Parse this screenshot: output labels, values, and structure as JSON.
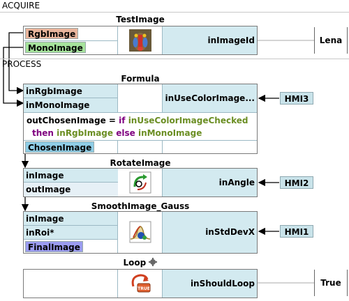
{
  "sections": {
    "acquire": "ACQUIRE",
    "process": "PROCESS"
  },
  "nodes": {
    "test_image": {
      "title": "TestImage",
      "outputs": [
        "RgbImage",
        "MonoImage"
      ],
      "param": "inImageId",
      "const": "Lena"
    },
    "formula": {
      "title": "Formula",
      "inputs": [
        "inRgbImage",
        "inMonoImage"
      ],
      "param": "inUseColorImage...",
      "hmi": "HMI3",
      "expression": {
        "lhs": "outChosenImage = ",
        "kw_if": "if",
        "cond": "inUseColorImageChecked",
        "kw_then": "then",
        "then_val": "inRgbImage",
        "kw_else": "else",
        "else_val": "inMonoImage"
      },
      "output": "ChosenImage"
    },
    "rotate_image": {
      "title": "RotateImage",
      "inputs": [
        "inImage",
        "outImage"
      ],
      "param": "inAngle",
      "hmi": "HMI2"
    },
    "smooth_image": {
      "title": "SmoothImage_Gauss",
      "inputs": [
        "inImage",
        "inRoi*"
      ],
      "output": "FinalImage",
      "param": "inStdDevX",
      "hmi": "HMI1"
    },
    "loop": {
      "title": "Loop",
      "param": "inShouldLoop",
      "const": "True"
    }
  },
  "colors": {
    "rgb_tag": "#e8b49c",
    "mono_tag": "#a6e39c",
    "chosen_tag": "#8fcde6",
    "final_tag": "#9b9cf0"
  }
}
